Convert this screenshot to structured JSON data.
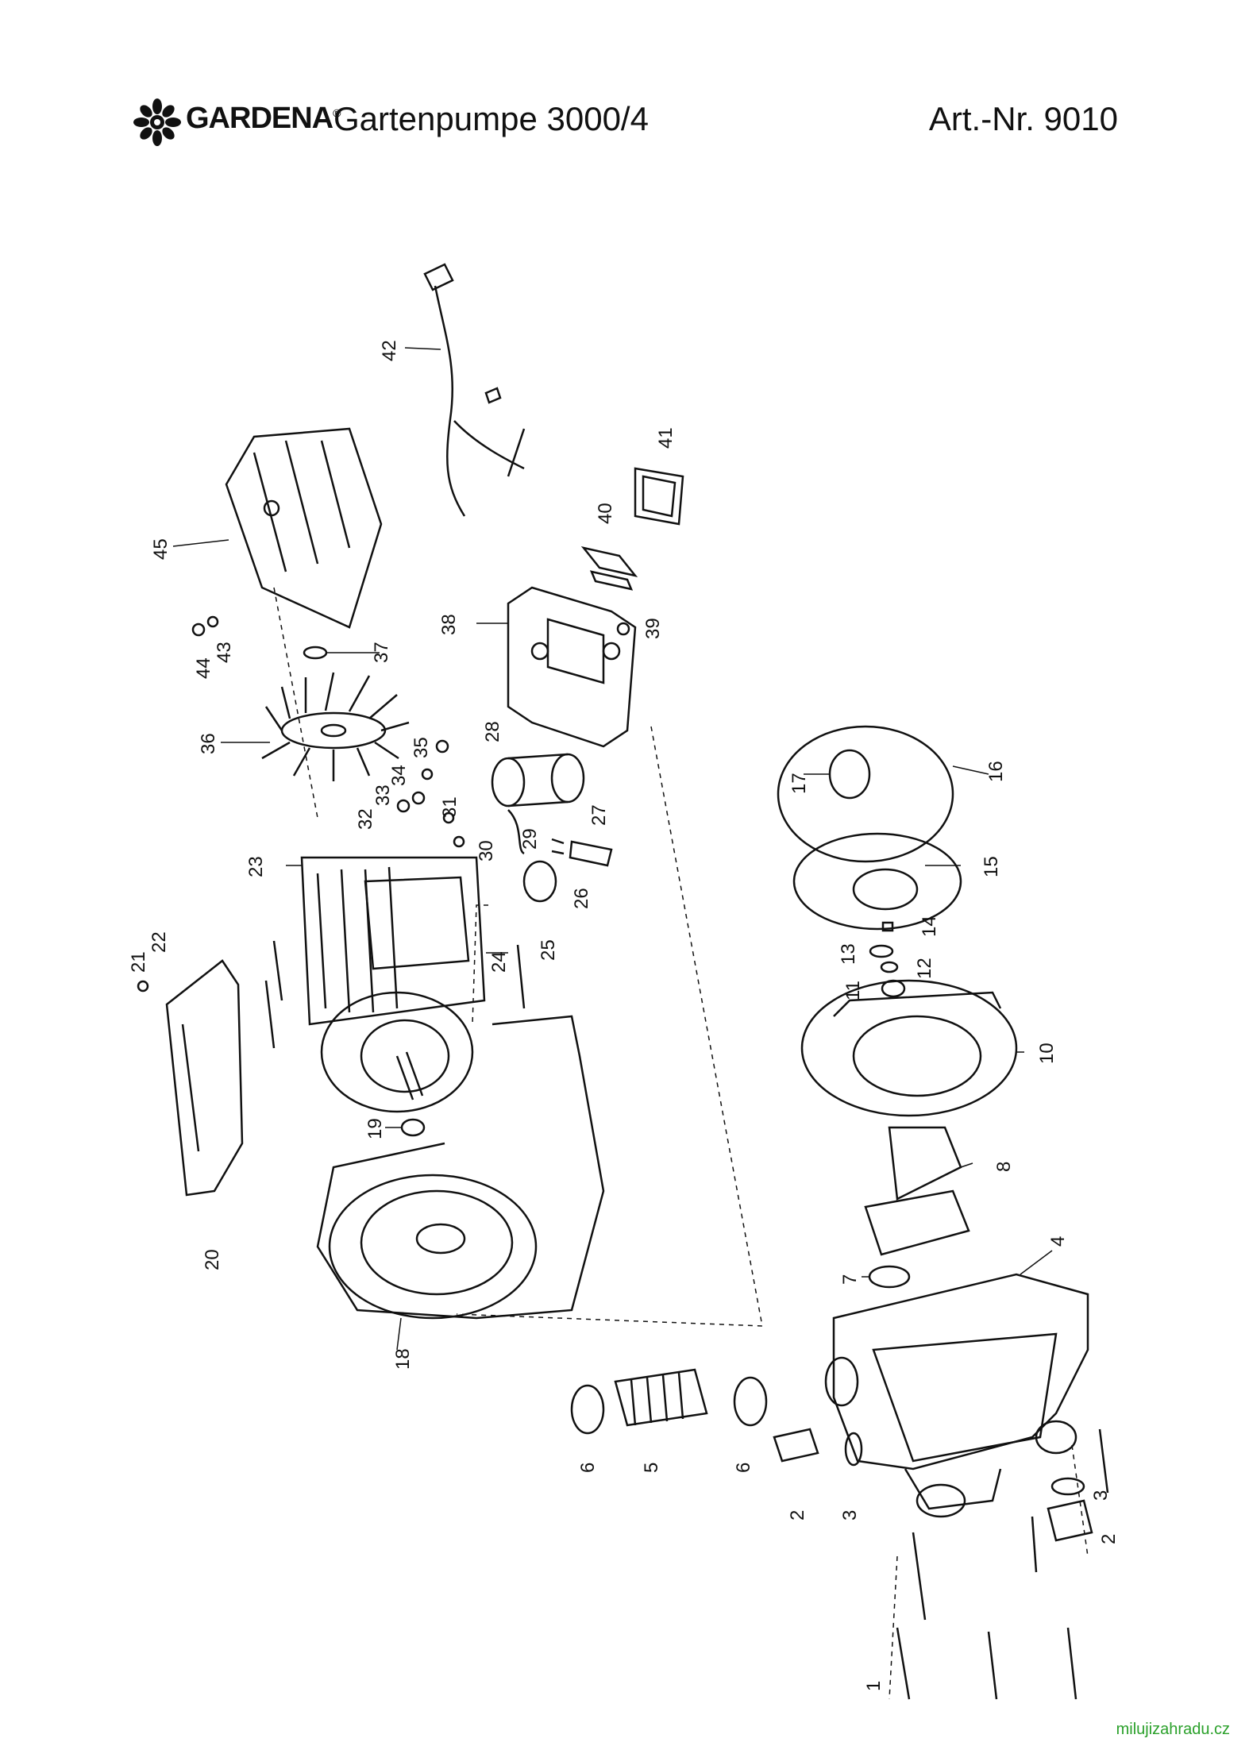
{
  "header": {
    "brand": "GARDENA",
    "brand_mark": "®",
    "product": "Gartenpumpe 3000/4",
    "article": "Art.-Nr. 9010"
  },
  "footer": {
    "watermark": "milujizahradu.cz"
  },
  "callouts": {
    "c1": "1",
    "c2a": "2",
    "c2b": "2",
    "c3a": "3",
    "c3b": "3",
    "c4": "4",
    "c5": "5",
    "c6a": "6",
    "c6b": "6",
    "c7": "7",
    "c8": "8",
    "c10": "10",
    "c11": "11",
    "c12": "12",
    "c13": "13",
    "c14": "14",
    "c15": "15",
    "c16": "16",
    "c17": "17",
    "c18": "18",
    "c19": "19",
    "c20": "20",
    "c21": "21",
    "c22": "22",
    "c23": "23",
    "c24": "24",
    "c25": "25",
    "c26": "26",
    "c27": "27",
    "c28": "28",
    "c29": "29",
    "c30": "30",
    "c31": "31",
    "c32": "32",
    "c33": "33",
    "c34": "34",
    "c35": "35",
    "c36": "36",
    "c37": "37",
    "c38": "38",
    "c39": "39",
    "c40": "40",
    "c41": "41",
    "c42": "42",
    "c43": "43",
    "c44": "44",
    "c45": "45"
  },
  "icons": {
    "logo": "gardena-flower-logo"
  }
}
